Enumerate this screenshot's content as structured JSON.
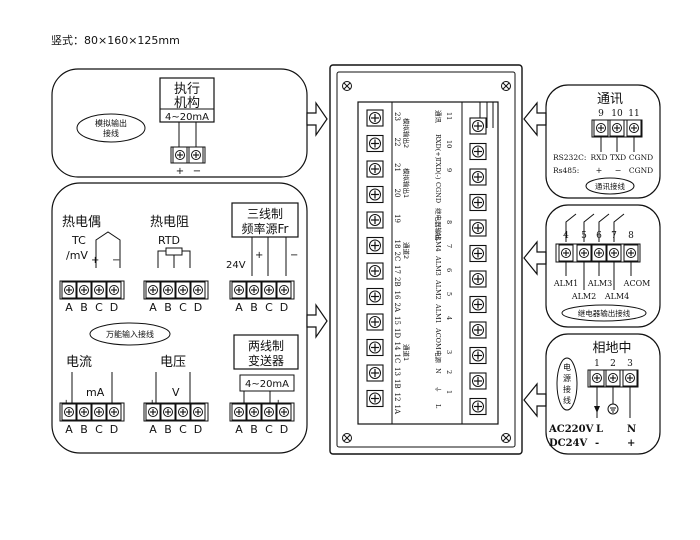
{
  "header": {
    "dimensions": "竖式：80×160×125mm"
  },
  "analog_output": {
    "actuator_title": [
      "执行",
      "机构"
    ],
    "current": "4~20mA",
    "oval": [
      "模拟输出",
      "接线"
    ],
    "plus": "+",
    "minus": "−"
  },
  "universal_input": {
    "oval": "万能输入接线",
    "thermocouple": {
      "title": "热电偶",
      "sub": [
        "TC",
        "/mV"
      ]
    },
    "rtd": {
      "title": "热电阻",
      "sub": "RTD"
    },
    "three_wire": {
      "title": [
        "三线制",
        "频率源Fr"
      ],
      "voltage": "24V"
    },
    "current": {
      "title": "电流",
      "sub": "mA"
    },
    "voltage": {
      "title": "电压",
      "sub": "V"
    },
    "two_wire": {
      "title": [
        "两线制",
        "变送器"
      ],
      "sub": "4~20mA"
    },
    "terminals": [
      "A",
      "B",
      "C",
      "D"
    ]
  },
  "device": {
    "terminal_numbers": [
      "23",
      "22",
      "21",
      "20",
      "19",
      "18",
      "17",
      "16",
      "15",
      "14",
      "13",
      "12"
    ],
    "terminal_letters": [
      "",
      "",
      "",
      "",
      "",
      "2C",
      "2B",
      "2A",
      "1D",
      "1C",
      "1B",
      "1A"
    ],
    "channel_labels": [
      "通道2",
      "通道1"
    ],
    "analog_labels": [
      "模拟输出2",
      "模拟输出1"
    ],
    "comm_strip": {
      "labels": [
        "通讯",
        "RXD(+)",
        "TXD(-)",
        "CGND"
      ],
      "numbers": [
        "11",
        "10",
        "9"
      ]
    },
    "relay_strip": {
      "labels": [
        "继电器输出",
        "ALM4",
        "ALM3",
        "ALM2",
        "ALM1",
        "ACOM"
      ],
      "numbers": [
        "8",
        "7",
        "6",
        "5",
        "4"
      ]
    },
    "power_strip": {
      "labels": [
        "电源",
        "N",
        "⏚",
        "L"
      ],
      "numbers": [
        "3",
        "2",
        "1"
      ]
    }
  },
  "communication": {
    "title": "通讯",
    "numbers": [
      "9",
      "10",
      "11"
    ],
    "rs232_label": "RS232C:",
    "rs485_label": "Rs485:",
    "rs232_pins": [
      "RXD",
      "TXD",
      "CGND"
    ],
    "rs485_pins": [
      "+",
      "−",
      "CGND"
    ],
    "oval": "通讯接线"
  },
  "relay": {
    "numbers": [
      "4",
      "5",
      "6",
      "7",
      "8"
    ],
    "labels_top": [
      "ALM1",
      "ALM3",
      "ACOM"
    ],
    "labels_bottom": [
      "ALM2",
      "ALM4"
    ],
    "oval": "继电器输出接线"
  },
  "power": {
    "title": "相地中",
    "vertical_label": [
      "电",
      "源",
      "接",
      "线"
    ],
    "numbers": [
      "1",
      "2",
      "3"
    ],
    "ac": [
      "AC220V",
      "L",
      "N"
    ],
    "dc": [
      "DC24V",
      "-",
      "+"
    ]
  }
}
